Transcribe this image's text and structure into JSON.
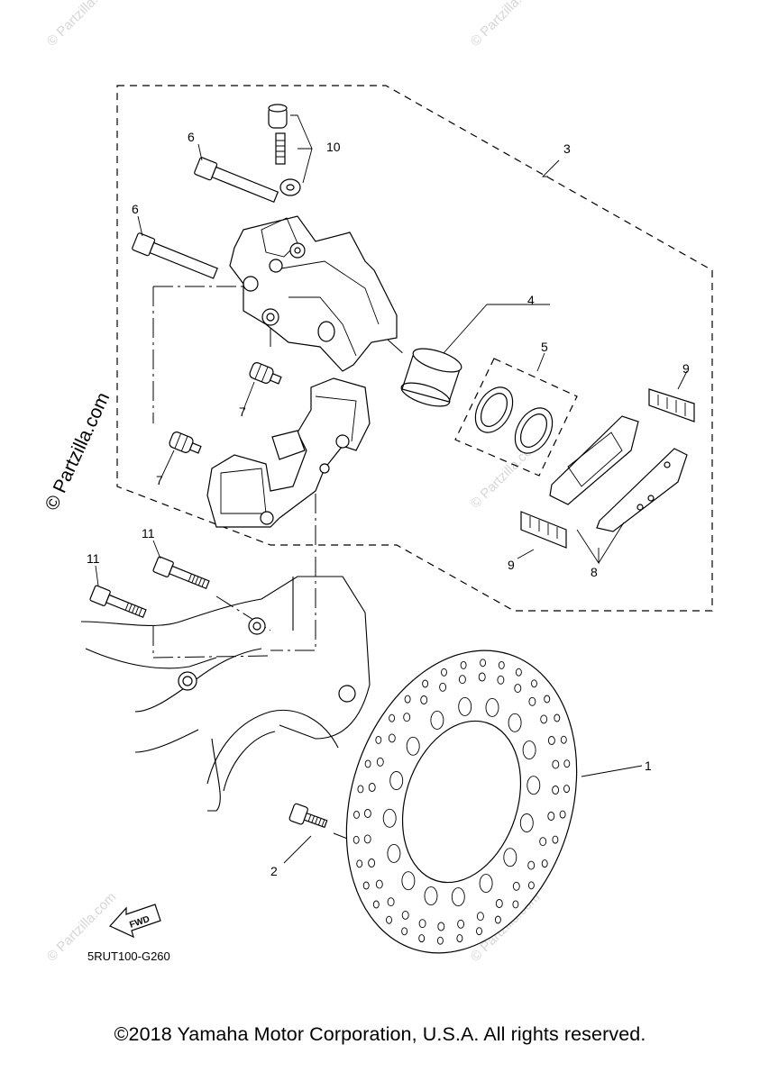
{
  "watermark": "© Partzilla.com",
  "diagram_code": "5RUT100-G260",
  "fwd_label": "FWD",
  "copyright": "©2018 Yamaha Motor Corporation, U.S.A. All rights reserved.",
  "callouts": {
    "c1": "1",
    "c2": "2",
    "c3": "3",
    "c4": "4",
    "c5": "5",
    "c6a": "6",
    "c6b": "6",
    "c7a": "7",
    "c7b": "7",
    "c8": "8",
    "c9a": "9",
    "c9b": "9",
    "c10": "10",
    "c11a": "11",
    "c11b": "11"
  }
}
